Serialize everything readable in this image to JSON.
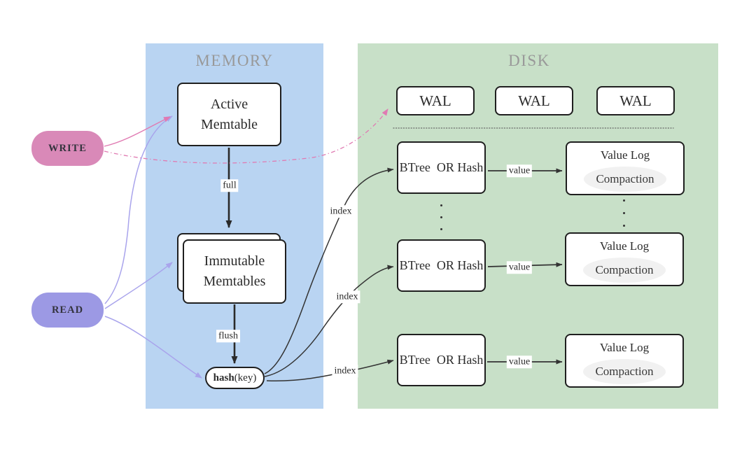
{
  "pills": {
    "write": "WRITE",
    "read": "READ"
  },
  "memory": {
    "title": "MEMORY",
    "active_memtable": {
      "line1": "Active",
      "line2": "Memtable"
    },
    "immutable_memtables": {
      "line1": "Immutable",
      "line2": "Memtables"
    },
    "hash_func": {
      "bold": "hash",
      "rest": "(key)"
    },
    "edge_labels": {
      "full": "full",
      "flush": "flush"
    }
  },
  "disk": {
    "title": "DISK",
    "wal": [
      "WAL",
      "WAL",
      "WAL"
    ],
    "rows": [
      {
        "index_label": "index",
        "btree": "BTree  OR Hash",
        "value_label": "value",
        "vlog_title": "Value Log",
        "compaction": "Compaction"
      },
      {
        "index_label": "index",
        "btree": "BTree  OR Hash",
        "value_label": "value",
        "vlog_title": "Value Log",
        "compaction": "Compaction"
      },
      {
        "index_label": "index",
        "btree": "BTree  OR Hash",
        "value_label": "value",
        "vlog_title": "Value Log",
        "compaction": "Compaction"
      }
    ]
  },
  "colors": {
    "memory_bg": "#b9d4f2",
    "disk_bg": "#c8e0c8",
    "write_pill": "#d989b8",
    "read_pill": "#9c99e4",
    "section_title": "#999999",
    "edge_black": "#333333",
    "edge_pink": "#e07ab2",
    "edge_lavender": "#a9a4ec",
    "compaction_bg": "#f1f1f1",
    "box_border": "#1f1f1f"
  }
}
